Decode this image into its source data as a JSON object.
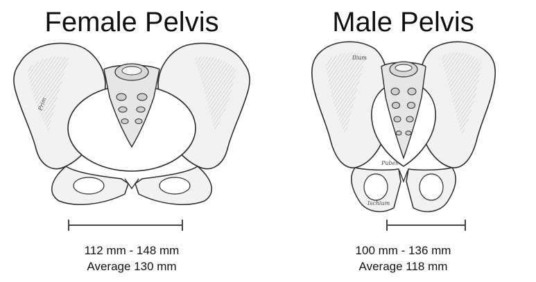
{
  "panels": [
    {
      "title": "Female Pelvis",
      "range_text": "112 mm - 148 mm",
      "average_text": "Average 130 mm",
      "bone_labels": [
        "Prim"
      ]
    },
    {
      "title": "Male Pelvis",
      "range_text": "100 mm - 136 mm",
      "average_text": "Average 118 mm",
      "bone_labels": [
        "Ilium",
        "Pubes",
        "Ischium"
      ]
    }
  ],
  "colors": {
    "bone_fill": "#f2f2f2",
    "bone_stroke": "#2a2a2a",
    "shade": "#8a8a8a",
    "measure_line": "#444444"
  }
}
